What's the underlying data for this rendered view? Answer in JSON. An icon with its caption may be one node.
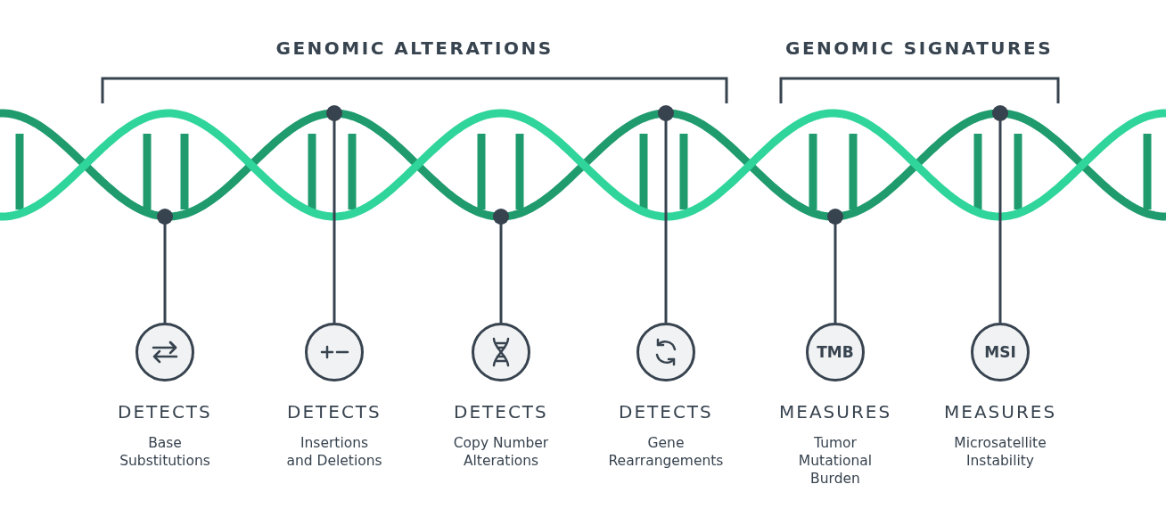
{
  "diagram": {
    "nodes": [
      {
        "text": [],
        "shape": "picture"
      },
      {
        "text": [],
        "shape": "circle",
        "beside": [
          "DETECTS",
          "Base Substitutions"
        ]
      },
      {
        "text": [],
        "shape": "circle",
        "beside": [
          "DETECTS",
          "Insertions and Deletions"
        ]
      },
      {
        "text": [],
        "shape": "circle",
        "beside": [
          "DETECTS",
          "Copy Number Alterations"
        ]
      },
      {
        "text": [],
        "shape": "circle",
        "beside": [
          "DETECTS",
          "Gene Rearrangements"
        ]
      },
      {
        "text": [
          "TMB"
        ],
        "beside": [
          "MEASURES",
          "Tumor Mutational Burden"
        ]
      },
      {
        "text": [
          "MSI"
        ],
        "beside": [
          "MEASURES",
          "Microsatellite Instability"
        ]
      }
    ],
    "edges": [
      {
        "from": 1,
        "to": 0,
        "arrow": "none"
      },
      {
        "from": 2,
        "to": 0,
        "arrow": "none"
      },
      {
        "from": 3,
        "to": 0,
        "arrow": "none"
      },
      {
        "from": 4,
        "to": 0,
        "arrow": "none"
      },
      {
        "from": 5,
        "to": 0,
        "arrow": "none"
      },
      {
        "from": 6,
        "to": 0,
        "arrow": "none"
      }
    ],
    "labels": [
      "GENOMIC ALTERATIONS",
      "GENOMIC SIGNATURES"
    ]
  }
}
